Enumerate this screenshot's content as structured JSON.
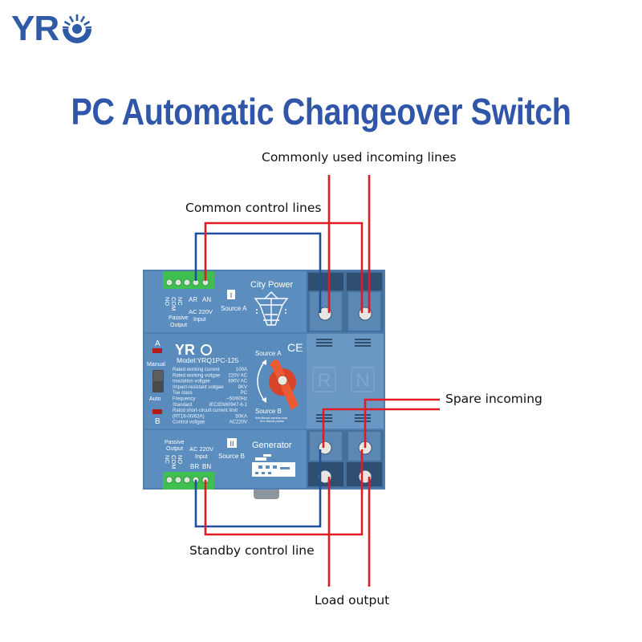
{
  "brand": {
    "logo_text": "YR",
    "color": "#2f5aa7"
  },
  "title": "PC Automatic Changeover Switch",
  "labels": {
    "commonly_used_incoming": "Commonly used incoming lines",
    "common_control": "Common control lines",
    "spare_incoming": "Spare incoming",
    "standby_control": "Standby control line",
    "load_output": "Load output"
  },
  "device": {
    "top_module": {
      "terminal_labels": [
        "NO",
        "COM",
        "NC"
      ],
      "passive_output": [
        "Passive",
        "Output"
      ],
      "input_terminals": [
        "AR",
        "AN"
      ],
      "input_label": [
        "AC 220V",
        "Input"
      ],
      "source_numeral": "I",
      "source_label": "Source A",
      "power_label": "City Power"
    },
    "bottom_module": {
      "terminal_labels": [
        "NC",
        "COM",
        "NO"
      ],
      "passive_output": [
        "Passive",
        "Output"
      ],
      "input_terminals": [
        "BR",
        "BN"
      ],
      "input_label": [
        "AC 220V",
        "Input"
      ],
      "source_numeral": "II",
      "source_label": "Source B",
      "power_label": "Generator"
    },
    "center": {
      "indicator_a": "A",
      "indicator_b": "B",
      "manual": "Manual",
      "auto": "Auto",
      "brand": "YR",
      "model": "Model:YRQ1PC-125",
      "ce": "CE",
      "handle_top": "Source A",
      "handle_bottom": "Source B",
      "note": [
        "Note:Manual operation must",
        "be in Manual position"
      ],
      "specs": [
        {
          "k": "Rated working current",
          "v": "100A"
        },
        {
          "k": "Rated working voltgae",
          "v": "220V AC"
        },
        {
          "k": "Insulation voltgae",
          "v": "690V AC"
        },
        {
          "k": "Impact-resistant voltgae",
          "v": "8KV"
        },
        {
          "k": "Tse class",
          "v": "PC"
        },
        {
          "k": "Frequency",
          "v": "~50/60Hz"
        },
        {
          "k": "Standard",
          "v": "IEC/EN60947-6-1"
        },
        {
          "k": "Ratcd short-circuit current limit",
          "v": ""
        },
        {
          "k": "(RT16-00/63A)",
          "v": "50KA"
        },
        {
          "k": "Control voltgae",
          "v": "AC220V"
        }
      ],
      "phase_r": "R",
      "phase_n": "N"
    }
  },
  "colors": {
    "wire_red": "#e01b24",
    "wire_blue": "#1f4f9c",
    "device_body": "#5c8cbc",
    "terminal_green": "#3fbf4f",
    "handle": "#e8502a"
  }
}
